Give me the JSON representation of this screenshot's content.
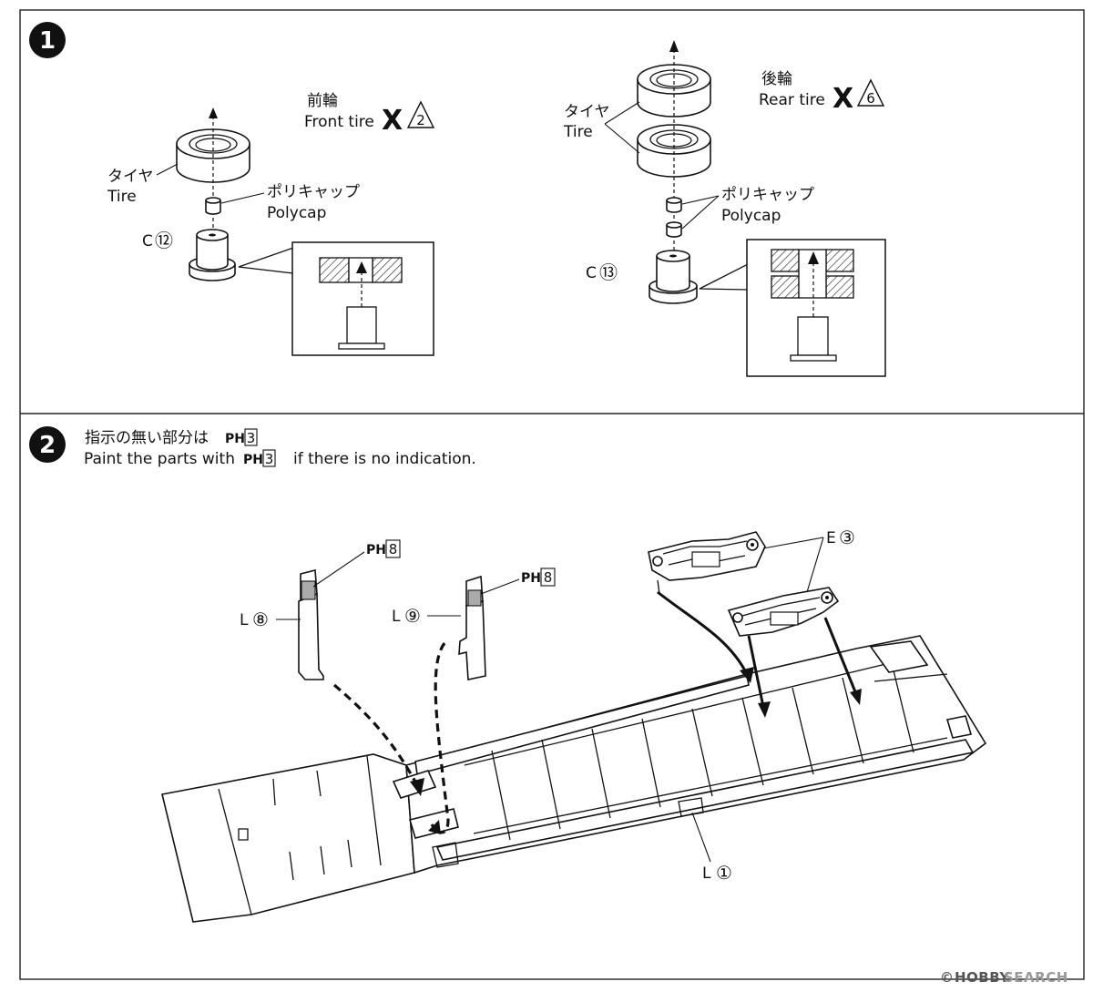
{
  "step1": {
    "number": "1",
    "front": {
      "title_jp": "前輪",
      "title_en": "Front tire",
      "qty_mark": "X",
      "qty": "2",
      "tire_jp": "タイヤ",
      "tire_en": "Tire",
      "polycap_jp": "ポリキャップ",
      "polycap_en": "Polycap",
      "part_letter": "C",
      "part_num": "⑫"
    },
    "rear": {
      "title_jp": "後輪",
      "title_en": "Rear tire",
      "qty_mark": "X",
      "qty": "6",
      "tire_jp": "タイヤ",
      "tire_en": "Tire",
      "polycap_jp": "ポリキャップ",
      "polycap_en": "Polycap",
      "part_letter": "C",
      "part_num": "⑬"
    }
  },
  "step2": {
    "number": "2",
    "note_jp_prefix": "指示の無い部分は",
    "note_en_prefix": "Paint the parts with",
    "note_en_suffix": "if there is no indication.",
    "paint_code_letters": "PH",
    "paint_default": "3",
    "paint_accent": "8",
    "labels": {
      "l8_letter": "L",
      "l8_num": "⑧",
      "l9_letter": "L",
      "l9_num": "⑨",
      "e3_letter": "E",
      "e3_num": "③",
      "l1_letter": "L",
      "l1_num": "①"
    }
  },
  "watermark": {
    "brand": "HOBBY",
    "suffix": "SEARCH",
    "copyright": "©"
  }
}
